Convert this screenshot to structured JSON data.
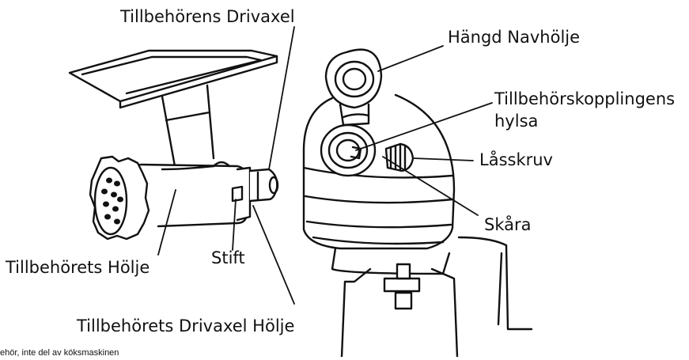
{
  "labels": {
    "drive_shaft": "Tillbehörens Drivaxel",
    "hinged_hub_cover": "Hängd Navhölje",
    "coupling_socket_line1": "Tillbehörskopplingens",
    "coupling_socket_line2": "hylsa",
    "locking_knob": "Låsskruv",
    "notch": "Skåra",
    "housing": "Tillbehörets Hölje",
    "pin": "Stift",
    "shaft_housing": "Tillbehörets Drivaxel Hölje"
  },
  "footnote": "ehör, inte del av köksmaskinen"
}
